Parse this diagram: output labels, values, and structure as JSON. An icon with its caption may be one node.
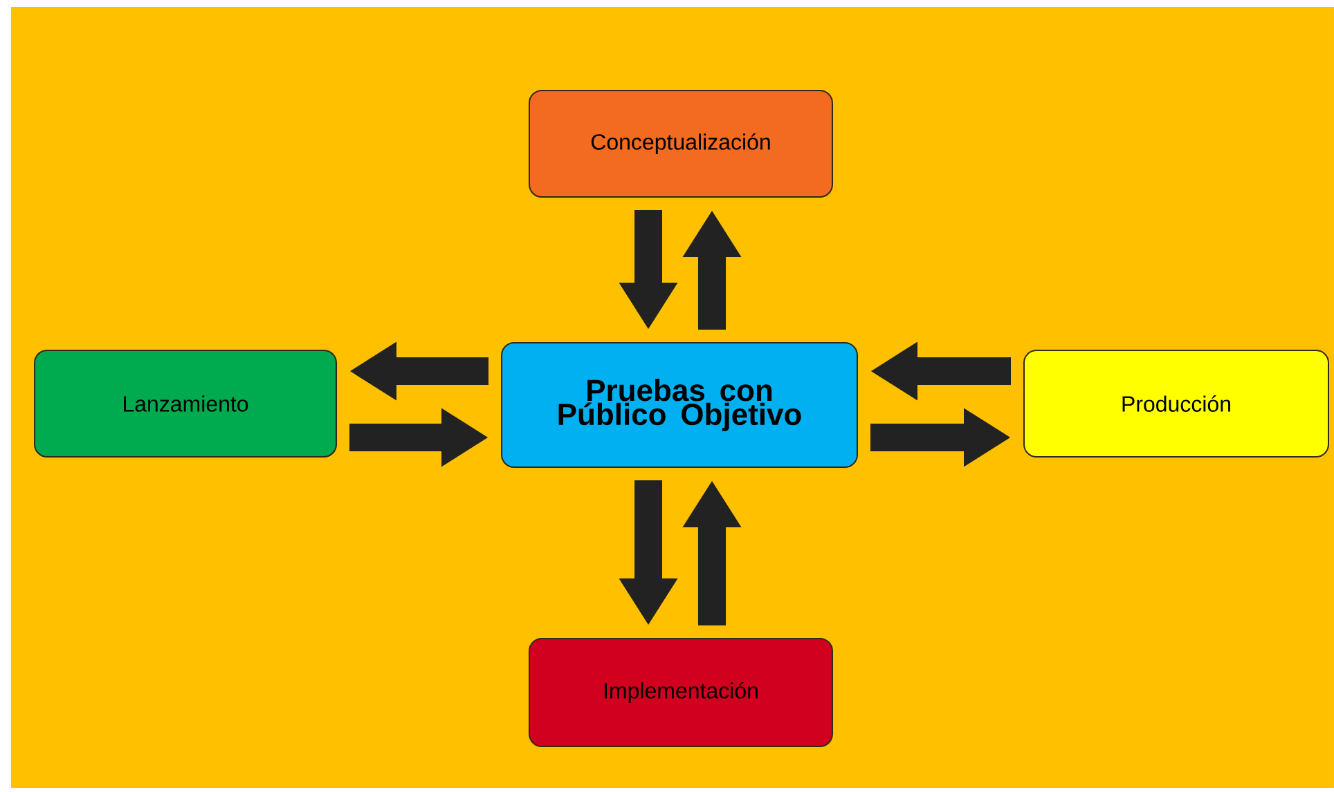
{
  "diagram": {
    "nodes": [
      {
        "text": [
          "Conceptualización"
        ]
      },
      {
        "text": [
          "Lanzamiento"
        ]
      },
      {
        "text": [
          "Pruebas con Público Objetivo"
        ]
      },
      {
        "text": [
          "Producción"
        ]
      },
      {
        "text": [
          "Implementación"
        ]
      }
    ],
    "edges": [
      {
        "from": 0,
        "to": 2,
        "arrow": "to"
      },
      {
        "from": 2,
        "to": 0,
        "arrow": "to"
      },
      {
        "from": 2,
        "to": 1,
        "arrow": "to"
      },
      {
        "from": 1,
        "to": 2,
        "arrow": "to"
      },
      {
        "from": 3,
        "to": 2,
        "arrow": "to"
      },
      {
        "from": 2,
        "to": 3,
        "arrow": "to"
      },
      {
        "from": 2,
        "to": 4,
        "arrow": "to"
      },
      {
        "from": 4,
        "to": 2,
        "arrow": "to"
      }
    ]
  }
}
